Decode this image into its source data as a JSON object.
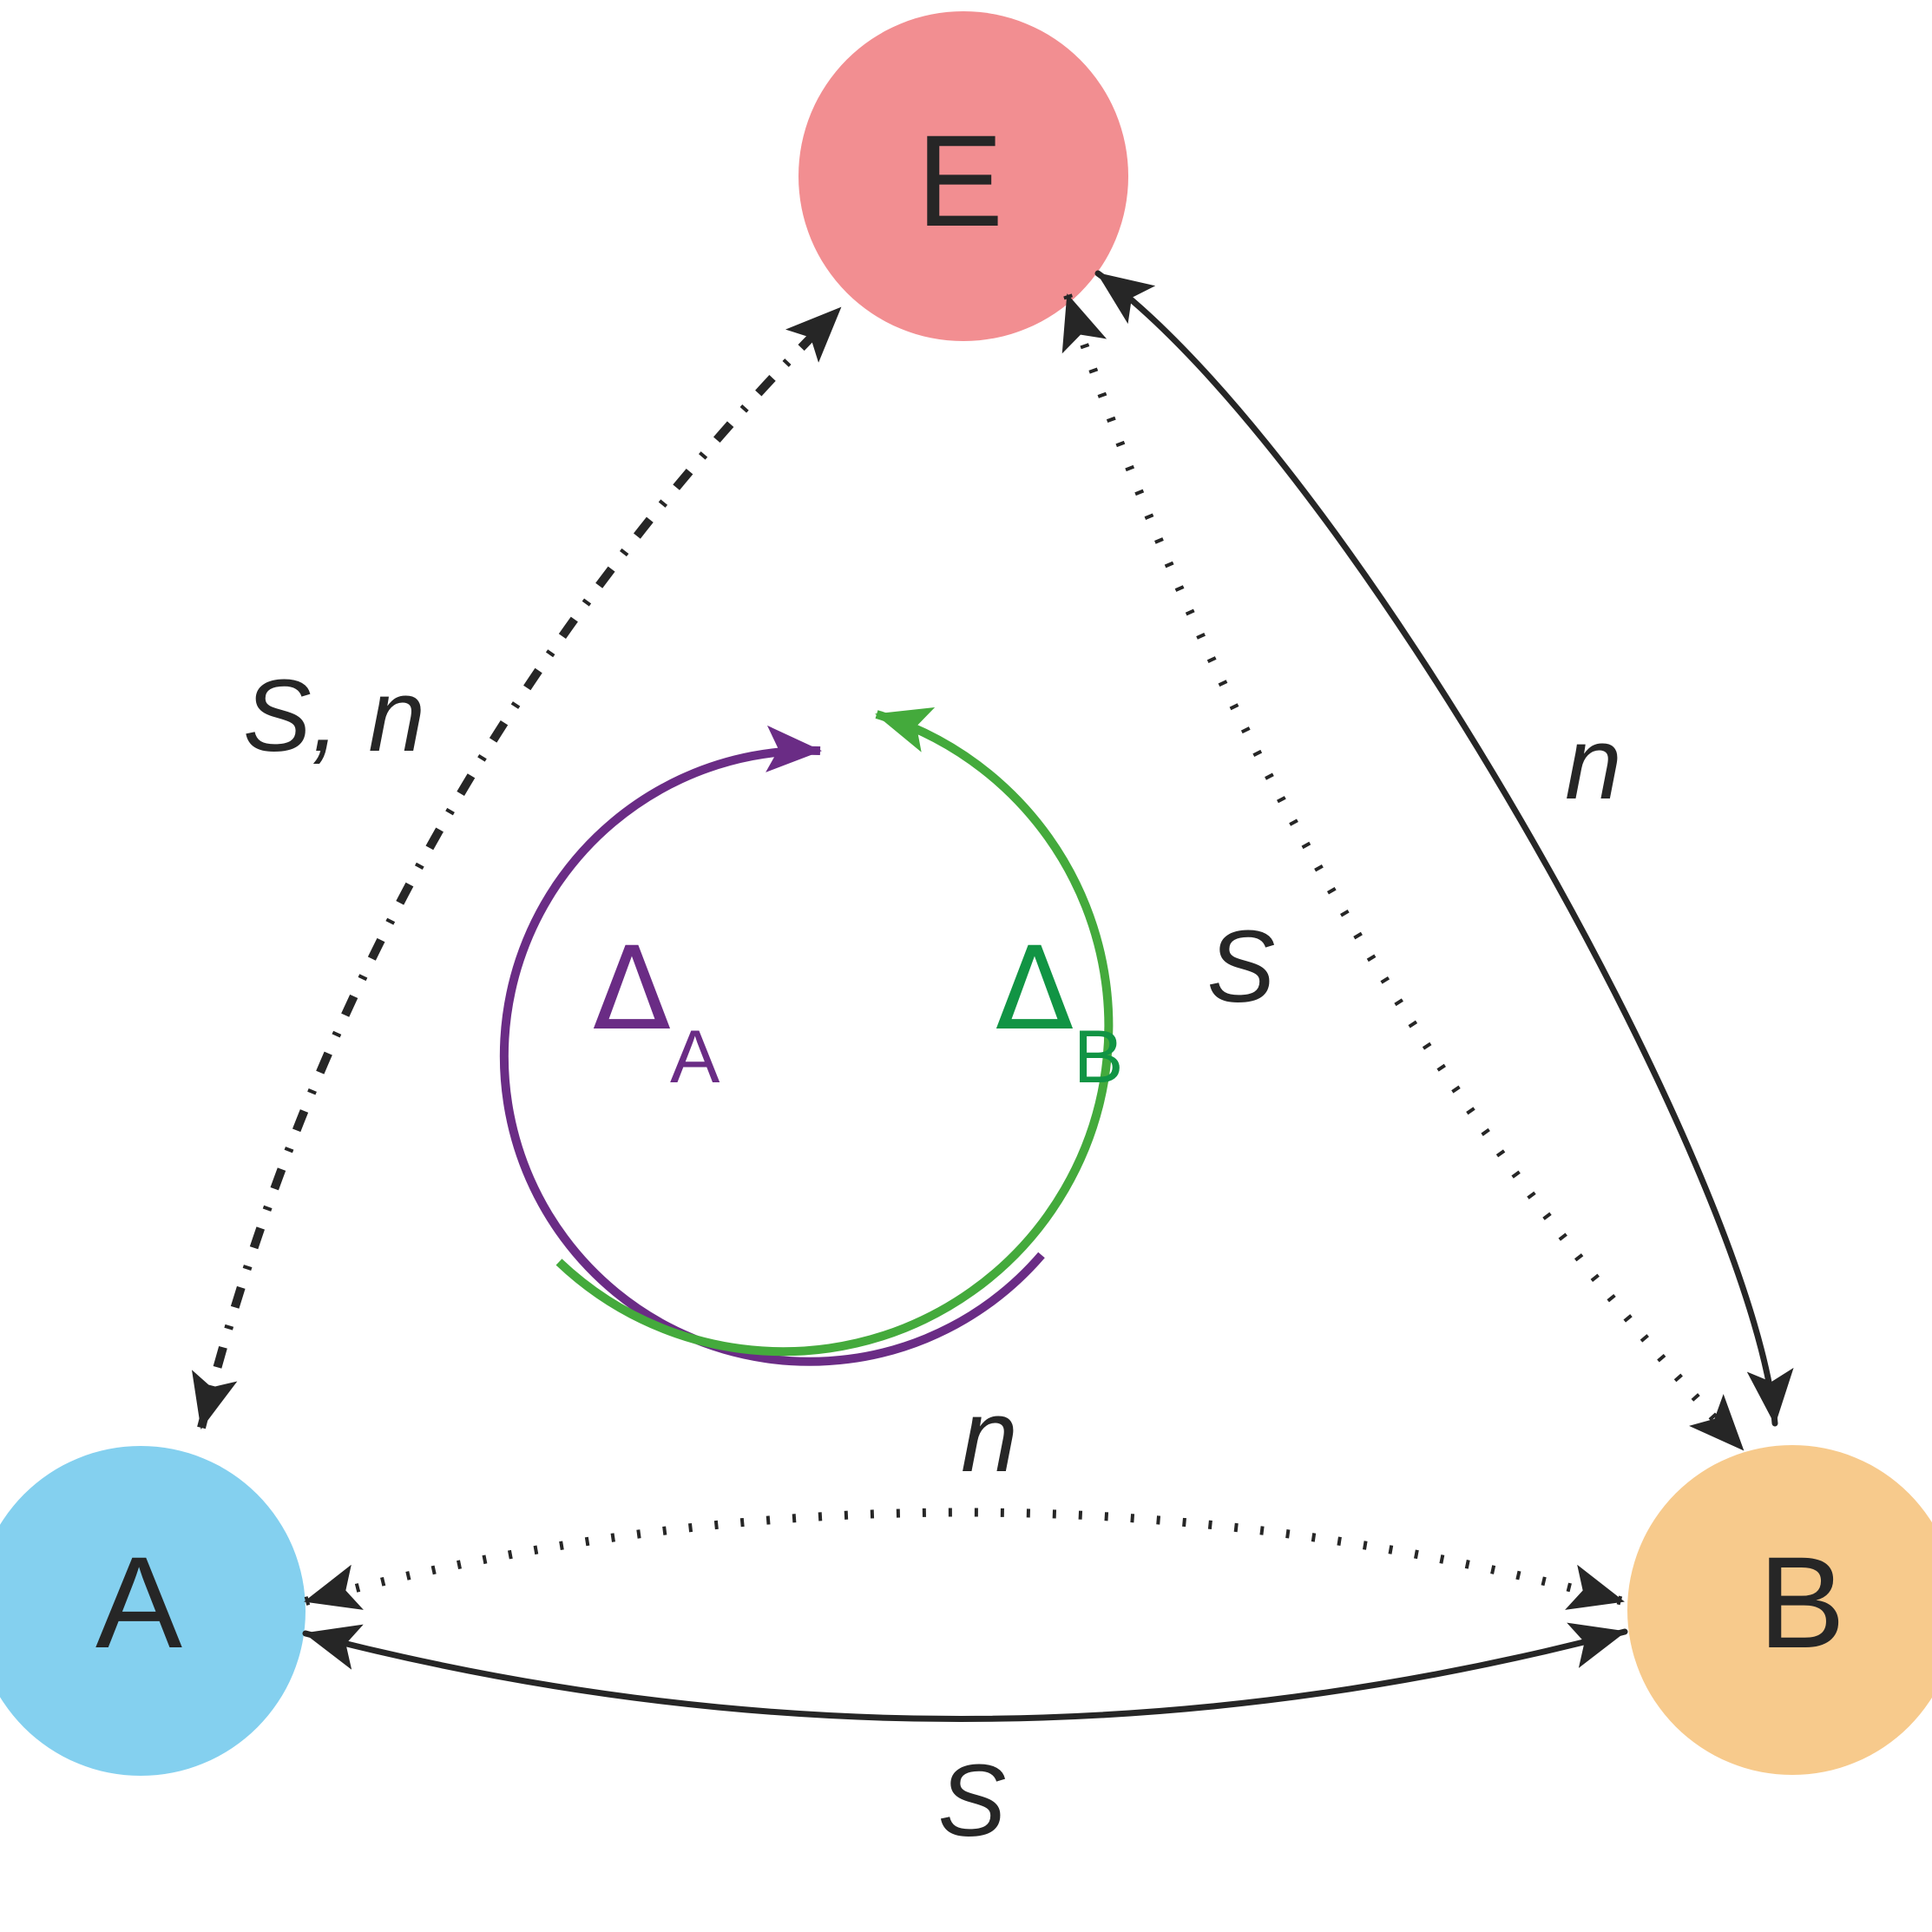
{
  "nodes": {
    "e": {
      "label": "E",
      "color": "#f28e91"
    },
    "a": {
      "label": "A",
      "color": "#84d0ef"
    },
    "b": {
      "label": "B",
      "color": "#f7ca8c"
    }
  },
  "edges": {
    "a_e": {
      "label": "S, n",
      "style": "dash-dot"
    },
    "e_b_dotted": {
      "label": "S",
      "style": "dotted"
    },
    "e_b_solid": {
      "label": "n",
      "style": "solid"
    },
    "a_b_dotted": {
      "label": "n",
      "style": "dotted"
    },
    "a_b_solid": {
      "label": "S",
      "style": "solid"
    }
  },
  "cycle": {
    "delta_a": {
      "symbol": "Δ",
      "subscript": "A",
      "color": "#6a2c85"
    },
    "delta_b": {
      "symbol": "Δ",
      "subscript": "B",
      "color": "#44aa3c"
    }
  },
  "colors": {
    "edge": "#262626",
    "delta_b_text": "#119444"
  }
}
